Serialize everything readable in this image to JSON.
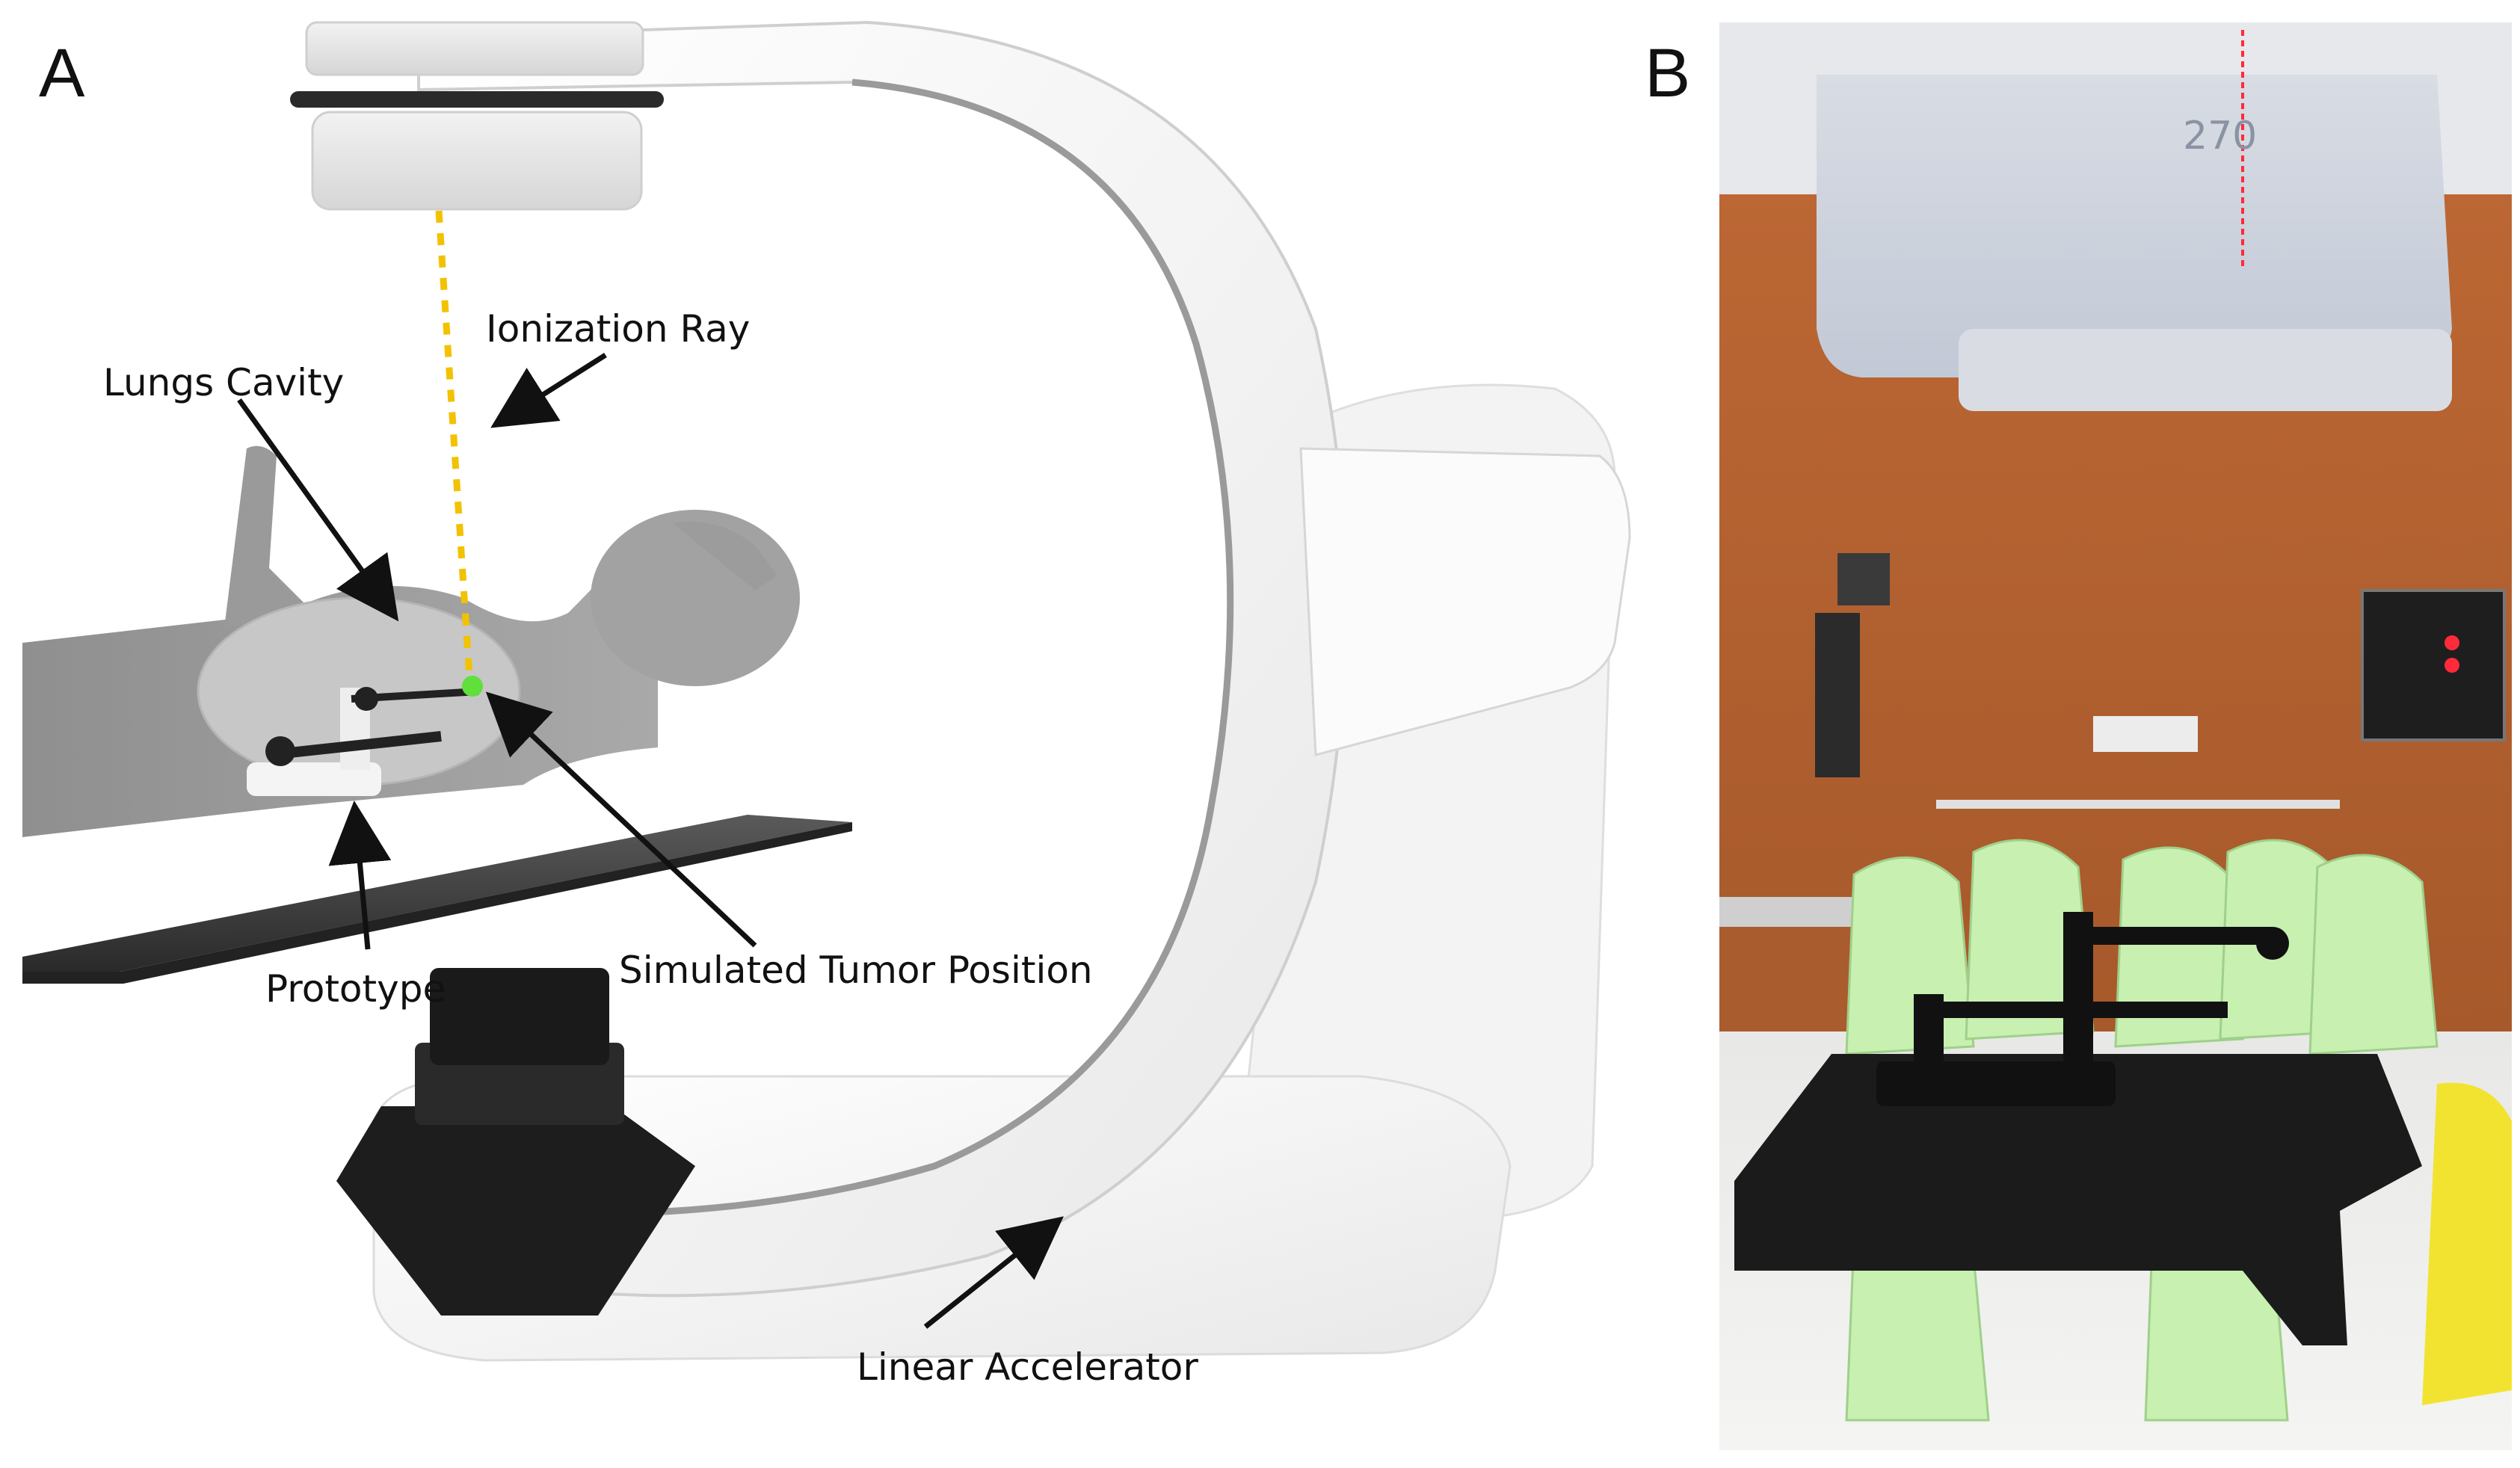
{
  "panels": {
    "a": {
      "letter": "A"
    },
    "b": {
      "letter": "B",
      "gantry_angle_readout": "270"
    }
  },
  "annotations": {
    "ionization_ray": "Ionization Ray",
    "lungs_cavity": "Lungs Cavity",
    "simulated_tumor_position": "Simulated Tumor Position",
    "prototype": "Prototype",
    "linear_accelerator": "Linear Accelerator"
  },
  "colors": {
    "ray": "#f2c200",
    "tumor": "#5fe03a",
    "wall": "#b4622e",
    "mask": "#c8f0b0",
    "gantry_head": "#b9c3d2",
    "laser": "#ff2a3a"
  }
}
